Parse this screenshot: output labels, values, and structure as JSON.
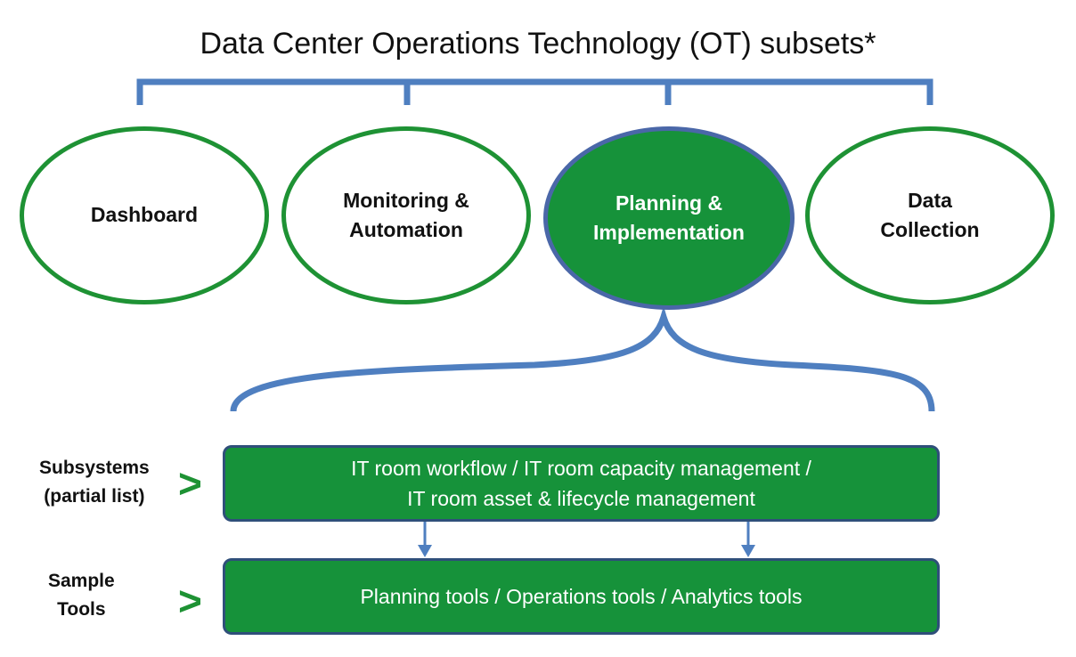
{
  "title": "Data Center Operations Technology (OT) subsets*",
  "subsets": [
    {
      "label_lines": [
        "Dashboard"
      ],
      "highlighted": false
    },
    {
      "label_lines": [
        "Monitoring &",
        "Automation"
      ],
      "highlighted": false
    },
    {
      "label_lines": [
        "Planning &",
        "Implementation"
      ],
      "highlighted": true
    },
    {
      "label_lines": [
        "Data",
        "Collection"
      ],
      "highlighted": false
    }
  ],
  "subsystems": {
    "label_lines": [
      "Subsystems",
      "(partial list)"
    ],
    "box_lines": [
      "IT room workflow / IT  room capacity management /",
      "IT room asset & lifecycle management"
    ]
  },
  "tools": {
    "label_lines": [
      "Sample",
      "Tools"
    ],
    "box_text": "Planning tools / Operations tools / Analytics tools"
  },
  "chevron_glyph": ">",
  "colors": {
    "green": "#16923a",
    "oval_outline": "#1e9234",
    "connector_blue": "#4f7fc0",
    "box_border": "#2f4f7a"
  }
}
